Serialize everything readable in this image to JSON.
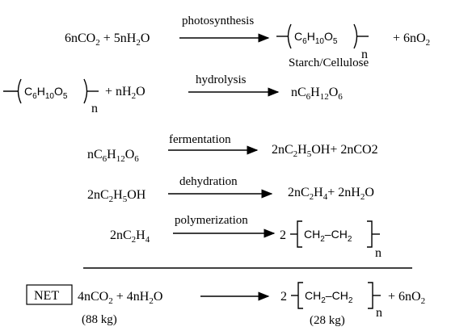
{
  "reactions": {
    "r1": {
      "left": "6nCO2 + 5nH2O",
      "arrow_label": "photosynthesis",
      "product": "(C6H10O5)n",
      "product_caption": "Starch/Cellulose",
      "right": "+ 6nO2"
    },
    "r2": {
      "left": "(C6H10O5)n + nH2O",
      "arrow_label": "hydrolysis",
      "right": "nC6H12O6"
    },
    "r3": {
      "left": "nC6H12O6",
      "arrow_label": "fermentation",
      "right": "2nC2H5OH+ 2nCO2"
    },
    "r4": {
      "left": "2nC2H5OH",
      "arrow_label": "dehydration",
      "right": "2nC2H4+ 2nH2O"
    },
    "r5": {
      "left": "2nC2H4",
      "arrow_label": "polymerization",
      "right": "2(CH2–CH2)n"
    }
  },
  "net": {
    "label": "NET",
    "left": "4nCO2 + 4nH2O",
    "left_mass": "(88 kg)",
    "right": "2(CH2–CH2)n + 6nO2",
    "right_mass": "(28 kg)"
  }
}
